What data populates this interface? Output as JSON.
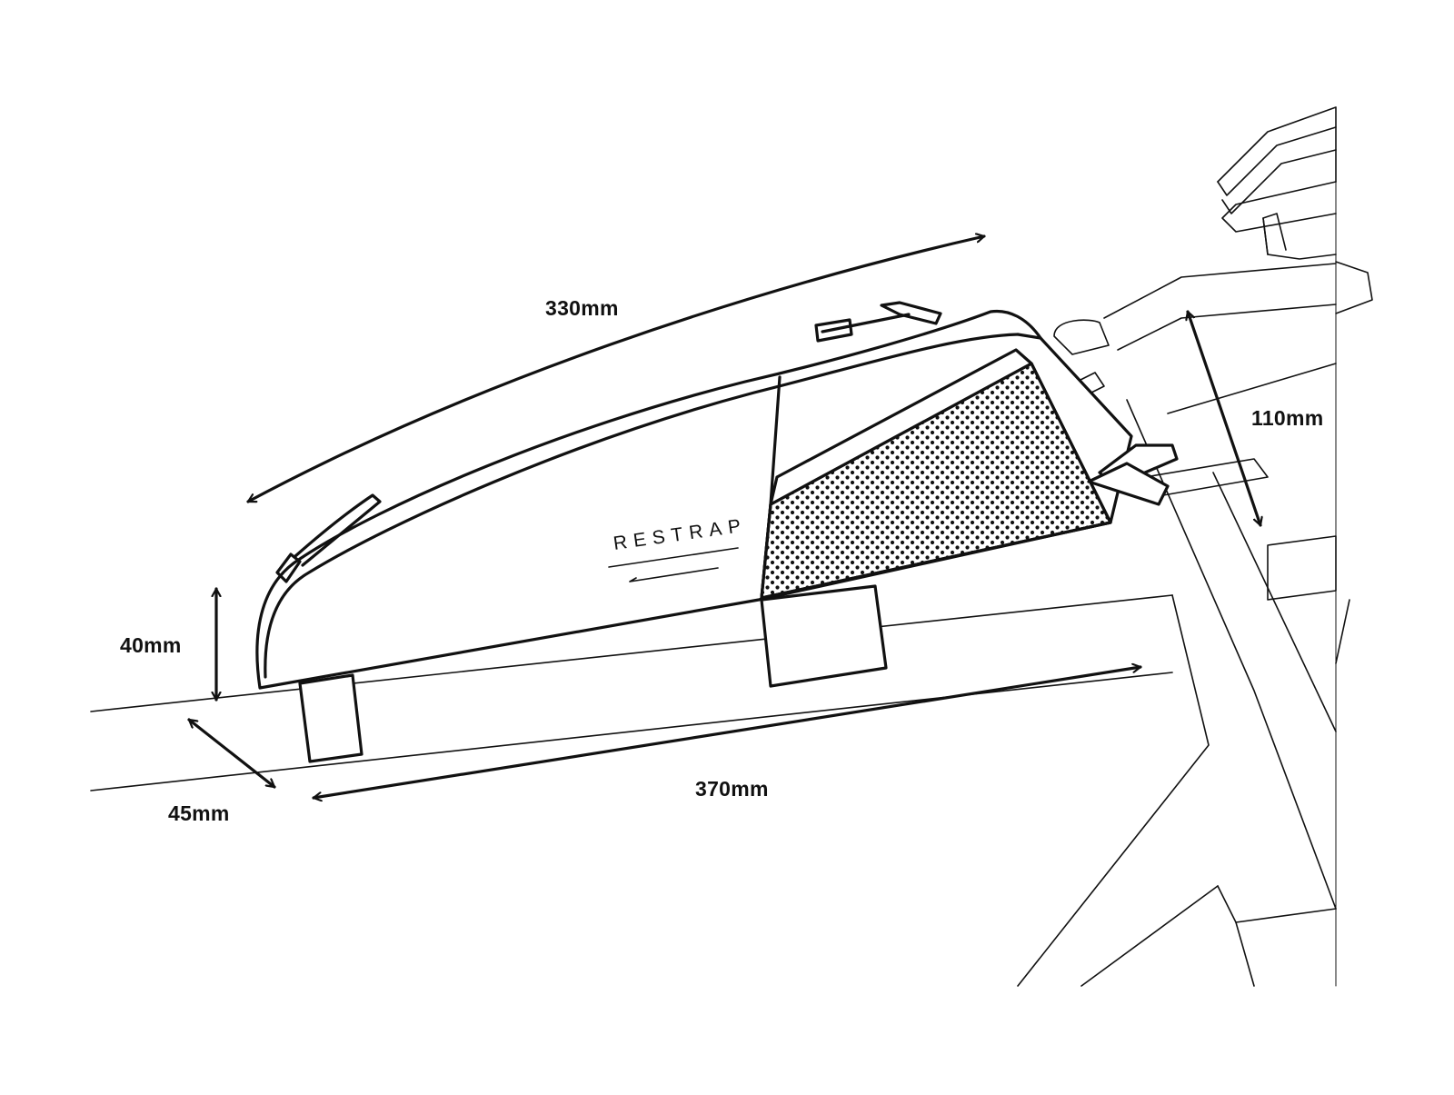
{
  "colors": {
    "line": "#111111",
    "background": "#ffffff",
    "mesh_dot": "#111111"
  },
  "brand": {
    "name": "RESTRAP"
  },
  "dimensions": {
    "length_top": "330mm",
    "height_front": "110mm",
    "height_rear": "40mm",
    "width": "45mm",
    "length_base": "370mm"
  }
}
